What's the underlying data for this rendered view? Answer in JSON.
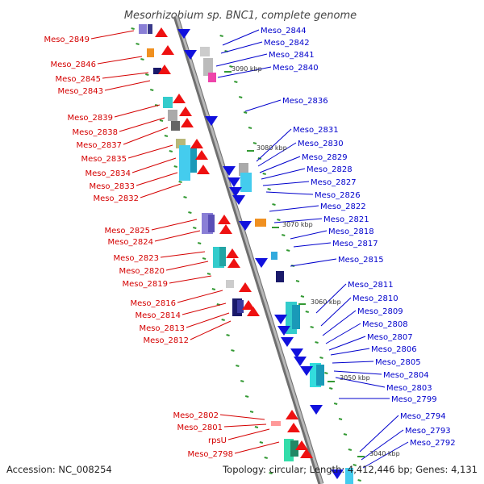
{
  "title": "Mesorhizobium sp. BNC1, complete genome",
  "footer": {
    "accession": "Accession: NC_008254",
    "summary": "Topology: circular; Length: 4,412,446 bp; Genes: 4,131"
  },
  "colors": {
    "left_label": "#d40000",
    "right_label": "#0000cc",
    "backbone": "#8c8c8c",
    "tick": "#339933"
  },
  "kbp_ticks": [
    "3090 kbp",
    "3080 kbp",
    "3070 kbp",
    "3060 kbp",
    "3050 kbp",
    "3040 kbp"
  ],
  "left_genes": [
    "Meso_2849",
    "Meso_2846",
    "Meso_2845",
    "Meso_2843",
    "Meso_2839",
    "Meso_2838",
    "Meso_2837",
    "Meso_2835",
    "Meso_2834",
    "Meso_2833",
    "Meso_2832",
    "Meso_2825",
    "Meso_2824",
    "Meso_2823",
    "Meso_2820",
    "Meso_2819",
    "Meso_2816",
    "Meso_2814",
    "Meso_2813",
    "Meso_2812",
    "Meso_2802",
    "Meso_2801",
    "rpsU",
    "Meso_2798"
  ],
  "right_genes": [
    "Meso_2844",
    "Meso_2842",
    "Meso_2841",
    "Meso_2840",
    "Meso_2836",
    "Meso_2831",
    "Meso_2830",
    "Meso_2829",
    "Meso_2828",
    "Meso_2827",
    "Meso_2826",
    "Meso_2822",
    "Meso_2821",
    "Meso_2818",
    "Meso_2817",
    "Meso_2815",
    "Meso_2811",
    "Meso_2810",
    "Meso_2809",
    "Meso_2808",
    "Meso_2807",
    "Meso_2806",
    "Meso_2805",
    "Meso_2804",
    "Meso_2803",
    "Meso_2799",
    "Meso_2794",
    "Meso_2793",
    "Meso_2792"
  ]
}
